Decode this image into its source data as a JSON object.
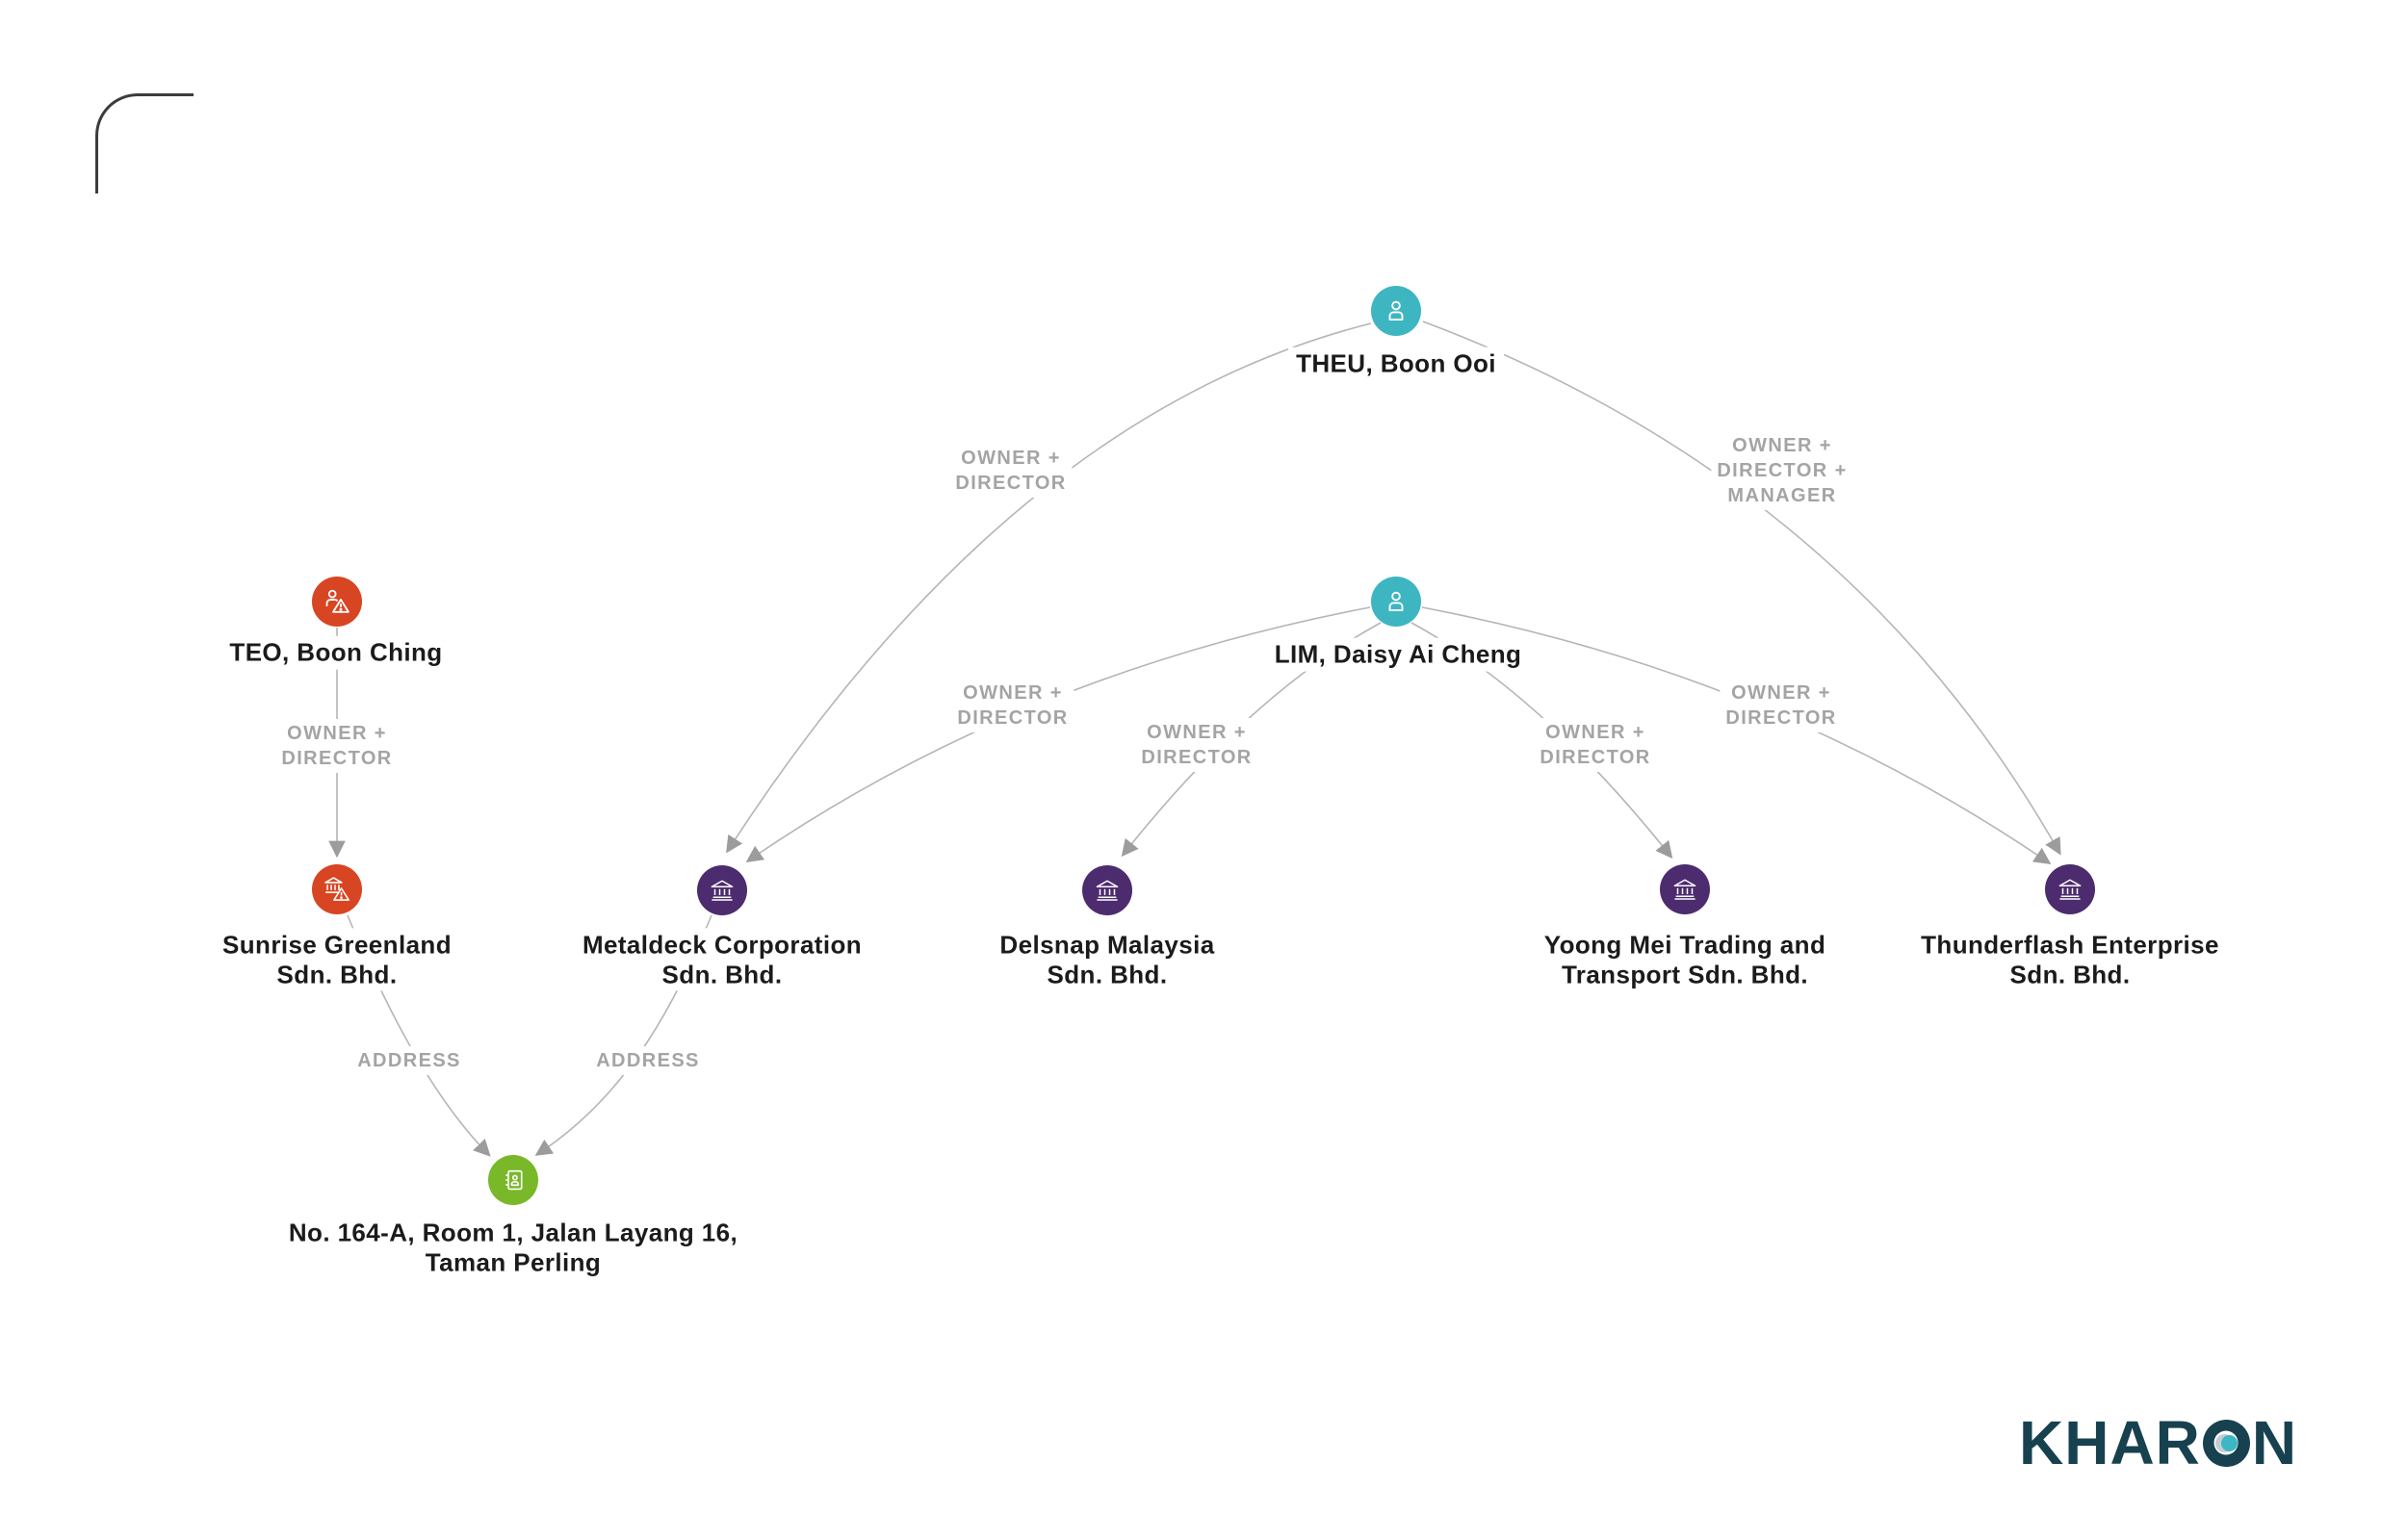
{
  "diagram": {
    "title": "entity relationship network",
    "colors": {
      "person_node": "#3eb6c2",
      "flagged_node": "#d84522",
      "company_node": "#4c2b6e",
      "address_node": "#79b829",
      "edge_line": "#b5b5b5",
      "edge_label_text": "#a4a4a4",
      "node_label_text": "#1b1b1b",
      "brand": "#17414f"
    },
    "nodes": [
      {
        "id": "theu",
        "label": "THEU, Boon Ooi",
        "type": "person",
        "icon": "person-icon",
        "color": "#3eb6c2"
      },
      {
        "id": "lim",
        "label": "LIM, Daisy Ai Cheng",
        "type": "person",
        "icon": "person-icon",
        "color": "#3eb6c2"
      },
      {
        "id": "teo",
        "label": "TEO, Boon Ching",
        "type": "person-flagged",
        "icon": "person-warning-icon",
        "color": "#d84522"
      },
      {
        "id": "sunrise",
        "label": "Sunrise Greenland\nSdn. Bhd.",
        "type": "company-flagged",
        "icon": "bank-warning-icon",
        "color": "#d84522"
      },
      {
        "id": "metaldeck",
        "label": "Metaldeck Corporation\nSdn. Bhd.",
        "type": "company",
        "icon": "bank-icon",
        "color": "#4c2b6e"
      },
      {
        "id": "delsnap",
        "label": "Delsnap Malaysia\nSdn. Bhd.",
        "type": "company",
        "icon": "bank-icon",
        "color": "#4c2b6e"
      },
      {
        "id": "yoongmei",
        "label": "Yoong Mei Trading and\nTransport Sdn. Bhd.",
        "type": "company",
        "icon": "bank-icon",
        "color": "#4c2b6e"
      },
      {
        "id": "thunderflash",
        "label": "Thunderflash Enterprise\nSdn. Bhd.",
        "type": "company",
        "icon": "bank-icon",
        "color": "#4c2b6e"
      },
      {
        "id": "address",
        "label": "No. 164-A, Room 1, Jalan Layang 16,\nTaman Perling",
        "type": "address",
        "icon": "address-book-icon",
        "color": "#79b829"
      }
    ],
    "edges": [
      {
        "from": "theu",
        "to": "metaldeck",
        "label": "OWNER +\nDIRECTOR"
      },
      {
        "from": "theu",
        "to": "thunderflash",
        "label": "OWNER +\nDIRECTOR +\nMANAGER"
      },
      {
        "from": "teo",
        "to": "sunrise",
        "label": "OWNER +\nDIRECTOR"
      },
      {
        "from": "lim",
        "to": "metaldeck",
        "label": "OWNER +\nDIRECTOR"
      },
      {
        "from": "lim",
        "to": "delsnap",
        "label": "OWNER +\nDIRECTOR"
      },
      {
        "from": "lim",
        "to": "yoongmei",
        "label": "OWNER +\nDIRECTOR"
      },
      {
        "from": "lim",
        "to": "thunderflash",
        "label": "OWNER +\nDIRECTOR"
      },
      {
        "from": "sunrise",
        "to": "address",
        "label": "ADDRESS"
      },
      {
        "from": "metaldeck",
        "to": "address",
        "label": "ADDRESS"
      }
    ],
    "brand": {
      "logo_left": "KHAR",
      "logo_right": "N",
      "logo_full": "KHARON"
    }
  }
}
